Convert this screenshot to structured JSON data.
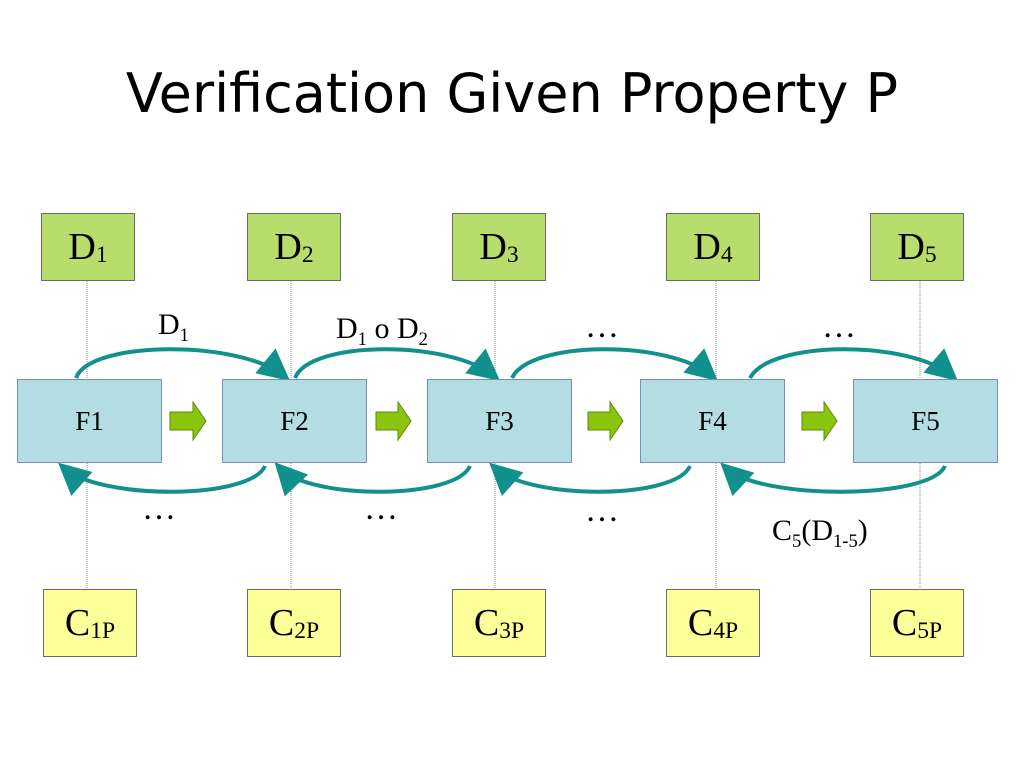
{
  "title": "Verification Given Property P",
  "d_boxes": [
    {
      "base": "D",
      "sub": "1"
    },
    {
      "base": "D",
      "sub": "2"
    },
    {
      "base": "D",
      "sub": "3"
    },
    {
      "base": "D",
      "sub": "4"
    },
    {
      "base": "D",
      "sub": "5"
    }
  ],
  "f_boxes": [
    "F1",
    "F2",
    "F3",
    "F4",
    "F5"
  ],
  "c_boxes": [
    {
      "base": "C",
      "sub": "1P"
    },
    {
      "base": "C",
      "sub": "2P"
    },
    {
      "base": "C",
      "sub": "3P"
    },
    {
      "base": "C",
      "sub": "4P"
    },
    {
      "base": "C",
      "sub": "5P"
    }
  ],
  "top_labels": {
    "l1": {
      "base": "D",
      "sub": "1"
    },
    "l2": {
      "a_base": "D",
      "a_sub": "1",
      "mid": " o ",
      "b_base": "D",
      "b_sub": "2"
    },
    "l3": "…",
    "l4": "…"
  },
  "bottom_labels": {
    "l1": "…",
    "l2": "…",
    "l3": "…",
    "l4": {
      "base": "C",
      "sub": "5",
      "open": "(",
      "inner_base": "D",
      "inner_sub": "1-5",
      "close": ")"
    }
  },
  "colors": {
    "arc": "#12908e",
    "arrow_fill": "#8bc40c",
    "d_fill": "#b7dd6c",
    "c_fill": "#ffff99",
    "f_fill": "#b3dde3"
  }
}
